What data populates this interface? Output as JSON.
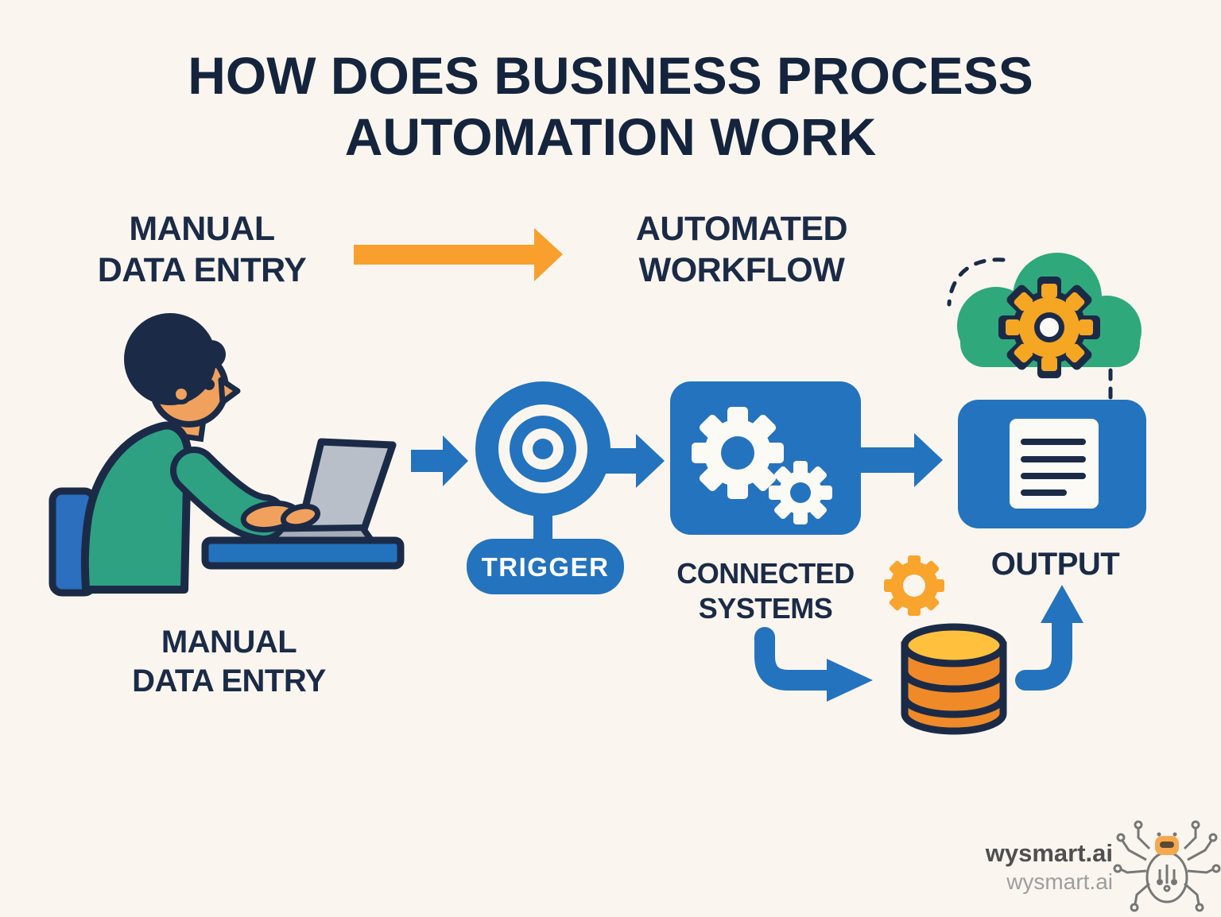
{
  "title": {
    "line1": "HOW DOES BUSINESS PROCESS",
    "line2": "AUTOMATION WORK"
  },
  "comparison": {
    "manual": {
      "line1": "MANUAL",
      "line2": "DATA ENTRY"
    },
    "automated": {
      "line1": "AUTOMATED",
      "line2": "WORKFLOW"
    }
  },
  "actor_caption": {
    "line1": "MANUAL",
    "line2": "DATA ENTRY"
  },
  "flow": {
    "trigger_label": "TRIGGER",
    "connected": {
      "line1": "CONNECTED",
      "line2": "SYSTEMS"
    },
    "output_label": "OUTPUT"
  },
  "branding": {
    "primary": "wysmart.ai",
    "secondary": "wysmart.ai"
  },
  "icons": [
    "person-at-laptop-icon",
    "right-arrow-icon",
    "target-trigger-icon",
    "gears-icon",
    "document-output-icon",
    "cloud-gear-icon",
    "database-icon",
    "orange-gear-icon",
    "curved-arrow-icon",
    "circuit-spider-logo-icon"
  ],
  "colors": {
    "background": "#FAF6EF",
    "navy_text": "#1B2B47",
    "title_navy": "#15243D",
    "blue": "#2473BE",
    "orange_arrow": "#F89F2D",
    "green_cloud": "#2FA87C",
    "gear_yellow": "#F5A623",
    "db_body_orange": "#F08A28",
    "db_top_yellow": "#FFC13D",
    "skin": "#F0A15D",
    "sweater_green": "#2EA183",
    "laptop_gray": "#B9BFC9",
    "brand_gray": "#4F4F4F",
    "brand_light_gray": "#9E9E9E"
  }
}
